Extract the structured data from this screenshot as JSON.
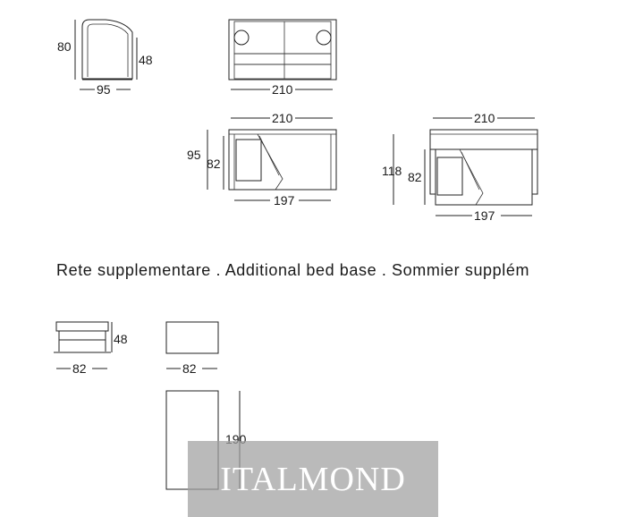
{
  "section_heading": "Rete supplementare . Additional bed base . Sommier supplém",
  "watermark_text": "ITALMOND",
  "dimensions": {
    "side_height": "80",
    "side_seat_height": "48",
    "side_depth": "95",
    "front_width": "210",
    "top_width": "210",
    "top_depth": "95",
    "top_seat_depth": "82",
    "top_inner_width": "197",
    "open_width": "210",
    "open_depth": "118",
    "open_seat_depth": "82",
    "open_inner_width": "197",
    "base_side_height": "48",
    "base_side_width": "82",
    "base_top_width": "82",
    "base_plan_length": "190"
  },
  "colors": {
    "line": "#222222",
    "watermark_bg": "#a0a0a0",
    "watermark_text": "#ffffff"
  }
}
